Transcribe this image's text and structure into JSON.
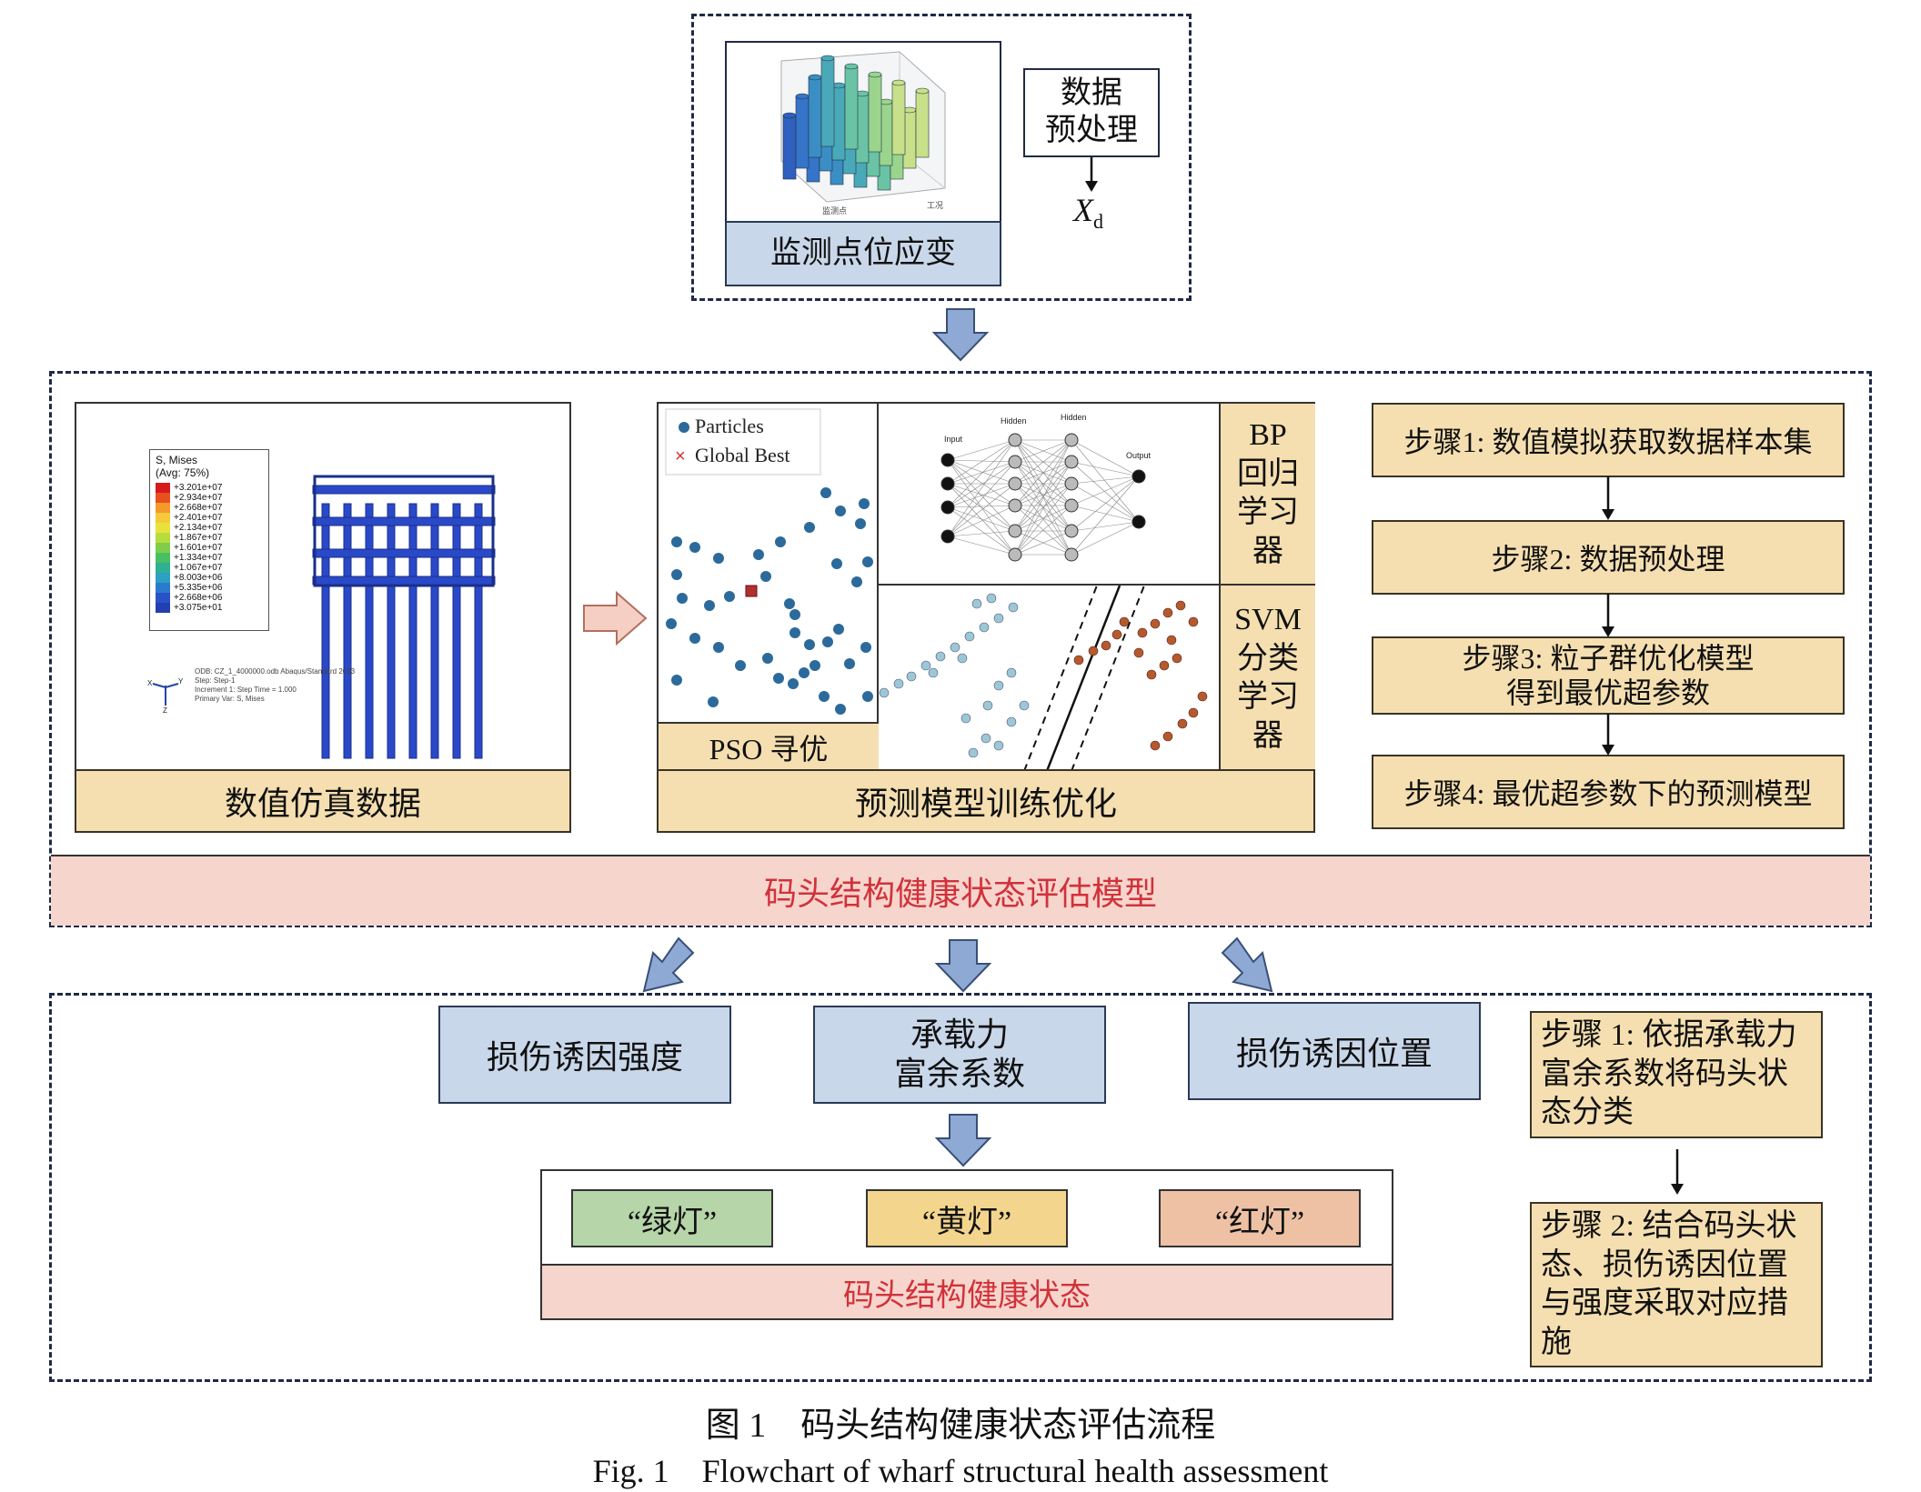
{
  "top": {
    "monitor_label": "监测点位应变",
    "preprocess_label": "数据\n预处理",
    "xd_label": "X",
    "xd_sub": "d"
  },
  "middle": {
    "fem_label": "数值仿真数据",
    "legend_title": "S, Mises",
    "legend_subtitle": "(Avg: 75%)",
    "legend_values": [
      "+3.201e+07",
      "+2.934e+07",
      "+2.668e+07",
      "+2.401e+07",
      "+2.134e+07",
      "+1.867e+07",
      "+1.601e+07",
      "+1.334e+07",
      "+1.067e+07",
      "+8.003e+06",
      "+5.335e+06",
      "+2.668e+06",
      "+3.075e+01"
    ],
    "legend_colors": [
      "#d7191c",
      "#e9501f",
      "#f39a2a",
      "#f6c93a",
      "#e8e33a",
      "#b6dc3d",
      "#7fcd4b",
      "#49bf63",
      "#2fb094",
      "#2ca0c0",
      "#2a7bd0",
      "#2952c9",
      "#233fb0"
    ],
    "odb_line1": "ODB: CZ_1_4000000.odb    Abaqus/Standard 2023",
    "odb_line2": "Step: Step-1",
    "odb_line3": "Increment    1: Step Time =    1.000",
    "odb_line4": "Primary Var: S, Mises",
    "pso_legend_particles": "Particles",
    "pso_legend_best": "Global Best",
    "pso_label": "PSO 寻优",
    "nn_input": "Input",
    "nn_hidden1": "Hidden",
    "nn_hidden2": "Hidden",
    "nn_output": "Output",
    "bp_label": "BP\n回归\n学习\n器",
    "svm_label": "SVM\n分类\n学习\n器",
    "train_label": "预测模型训练优化",
    "steps": [
      "步骤1: 数值模拟获取数据样本集",
      "步骤2: 数据预处理",
      "步骤3: 粒子群优化模型\n得到最优超参数",
      "步骤4: 最优超参数下的预测模型"
    ],
    "model_label": "码头结构健康状态评估模型"
  },
  "bottom": {
    "damage_intensity": "损伤诱因强度",
    "capacity": "承载力\n富余系数",
    "damage_location": "损伤诱因位置",
    "green_light": "“绿灯”",
    "yellow_light": "“黄灯”",
    "red_light": "“红灯”",
    "health_state": "码头结构健康状态",
    "step1": "步骤 1: 依据承载力富余系数将码头状态分类",
    "step2": "步骤 2: 结合码头状态、损伤诱因位置与强度采取对应措施"
  },
  "caption": {
    "cn": "图 1　码头结构健康状态评估流程",
    "en": "Fig. 1　Flowchart of wharf structural health assessment"
  },
  "colors": {
    "green_light": "#b6d5a8",
    "yellow_light": "#f3d58d",
    "red_light": "#eec1a5",
    "step_fill": "#f5dfb0",
    "blue_fill": "#c9d7ea",
    "model_text": "#d1323a"
  }
}
